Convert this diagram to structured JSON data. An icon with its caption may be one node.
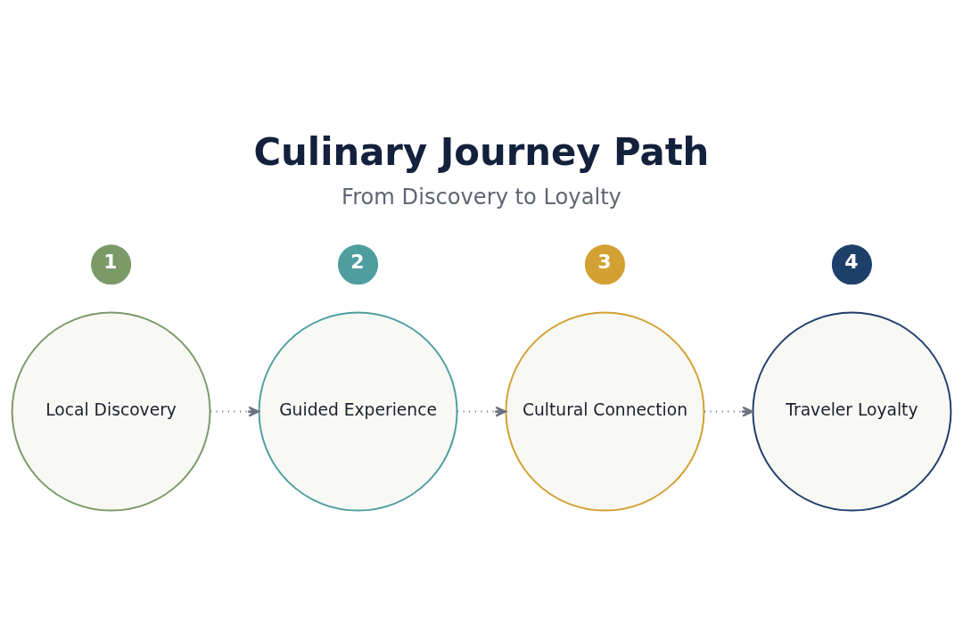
{
  "diagram": {
    "title": "Culinary Journey Path",
    "nodes": [
      {
        "text": [
          "1"
        ]
      },
      {
        "text": [
          "2"
        ]
      },
      {
        "text": [
          "3"
        ]
      },
      {
        "text": [
          "4"
        ]
      },
      {
        "text": [
          "Local Discovery"
        ]
      },
      {
        "text": [
          "Guided Experience"
        ]
      },
      {
        "text": [
          "Cultural Connection"
        ]
      },
      {
        "text": [
          "Traveler Loyalty"
        ]
      }
    ],
    "edges": [
      {
        "from": 4,
        "to": 5,
        "arrow": "to",
        "style": "dashed"
      },
      {
        "from": 5,
        "to": 6,
        "arrow": "to",
        "style": "dashed"
      },
      {
        "from": 6,
        "to": 7,
        "arrow": "to",
        "style": "dashed"
      }
    ],
    "labels": [
      "From Discovery to Loyalty"
    ]
  }
}
